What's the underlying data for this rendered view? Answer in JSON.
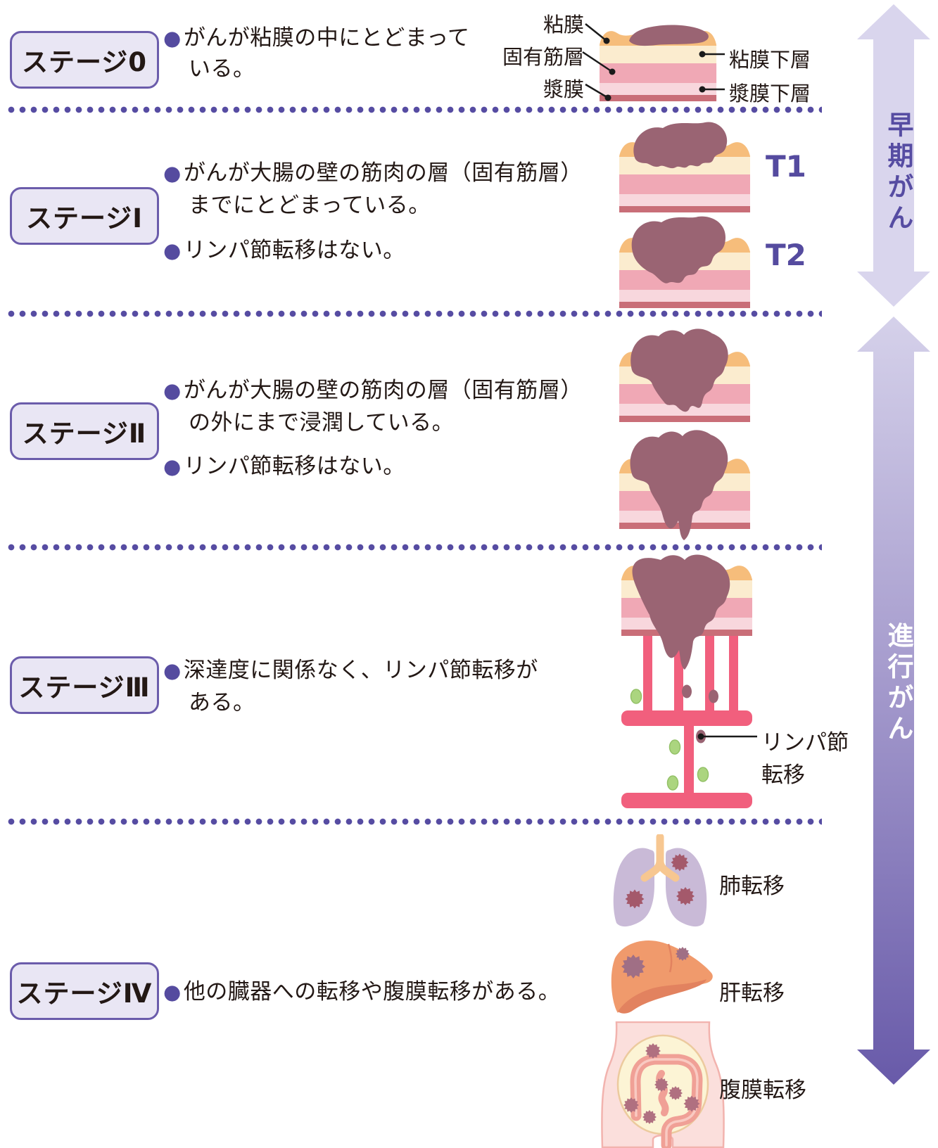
{
  "stages": [
    {
      "label": "ステージ0",
      "bullets": [
        [
          "がんが粘膜の中にとどまって",
          "いる。"
        ]
      ]
    },
    {
      "label": "ステージⅠ",
      "bullets": [
        [
          "がんが大腸の壁の筋肉の層（固有筋層）",
          "までにとどまっている。"
        ],
        [
          "リンパ節転移はない。"
        ]
      ]
    },
    {
      "label": "ステージⅡ",
      "bullets": [
        [
          "がんが大腸の壁の筋肉の層（固有筋層）",
          "の外にまで浸潤している。"
        ],
        [
          "リンパ節転移はない。"
        ]
      ]
    },
    {
      "label": "ステージⅢ",
      "bullets": [
        [
          "深達度に関係なく、リンパ節転移が",
          "ある。"
        ]
      ]
    },
    {
      "label": "ステージⅣ",
      "bullets": [
        [
          "他の臓器への転移や腹膜転移がある。"
        ]
      ]
    }
  ],
  "tissue_labels": {
    "mucosa": "粘膜",
    "muscularis": "固有筋層",
    "serosa": "漿膜",
    "submucosa": "粘膜下層",
    "subserosa": "漿膜下層"
  },
  "depth_labels": {
    "t1": "T1",
    "t2": "T2"
  },
  "lymph_label": {
    "line1": "リンパ節",
    "line2": "転移"
  },
  "metastasis_labels": {
    "lung": "肺転移",
    "liver": "肝転移",
    "peritoneum": "腹膜転移"
  },
  "arrow_labels": {
    "early": "早期がん",
    "advanced": "進行がん"
  },
  "colors": {
    "accent_purple": "#564ca2",
    "stage_box_bg": "#e9e6f4",
    "stage_box_border": "#6b5cab",
    "text": "#231815",
    "tumor": "#9a6473",
    "mucosa_layer": "#f6bd7b",
    "submucosa_layer": "#fbeccf",
    "muscularis_layer": "#f0a8b5",
    "subserosa_layer": "#f8d7dd",
    "serosa_layer": "#c96e78",
    "lymph_vessel": "#f15f7d",
    "lymph_node_normal": "#abd57f",
    "lymph_node_metastasis": "#9a6473",
    "lung": "#c9bad7",
    "trachea": "#f7c791",
    "liver": "#f09a6c",
    "organ_tumor": "#a4596b",
    "body_skin": "#fbdfdc",
    "peritoneum_bg": "#fcf4d5",
    "intestine": "#f0a096",
    "arrow_early": "#d9d5ed",
    "arrow_advanced_start": "#d5d1ea",
    "arrow_advanced_end": "#685aa9"
  }
}
